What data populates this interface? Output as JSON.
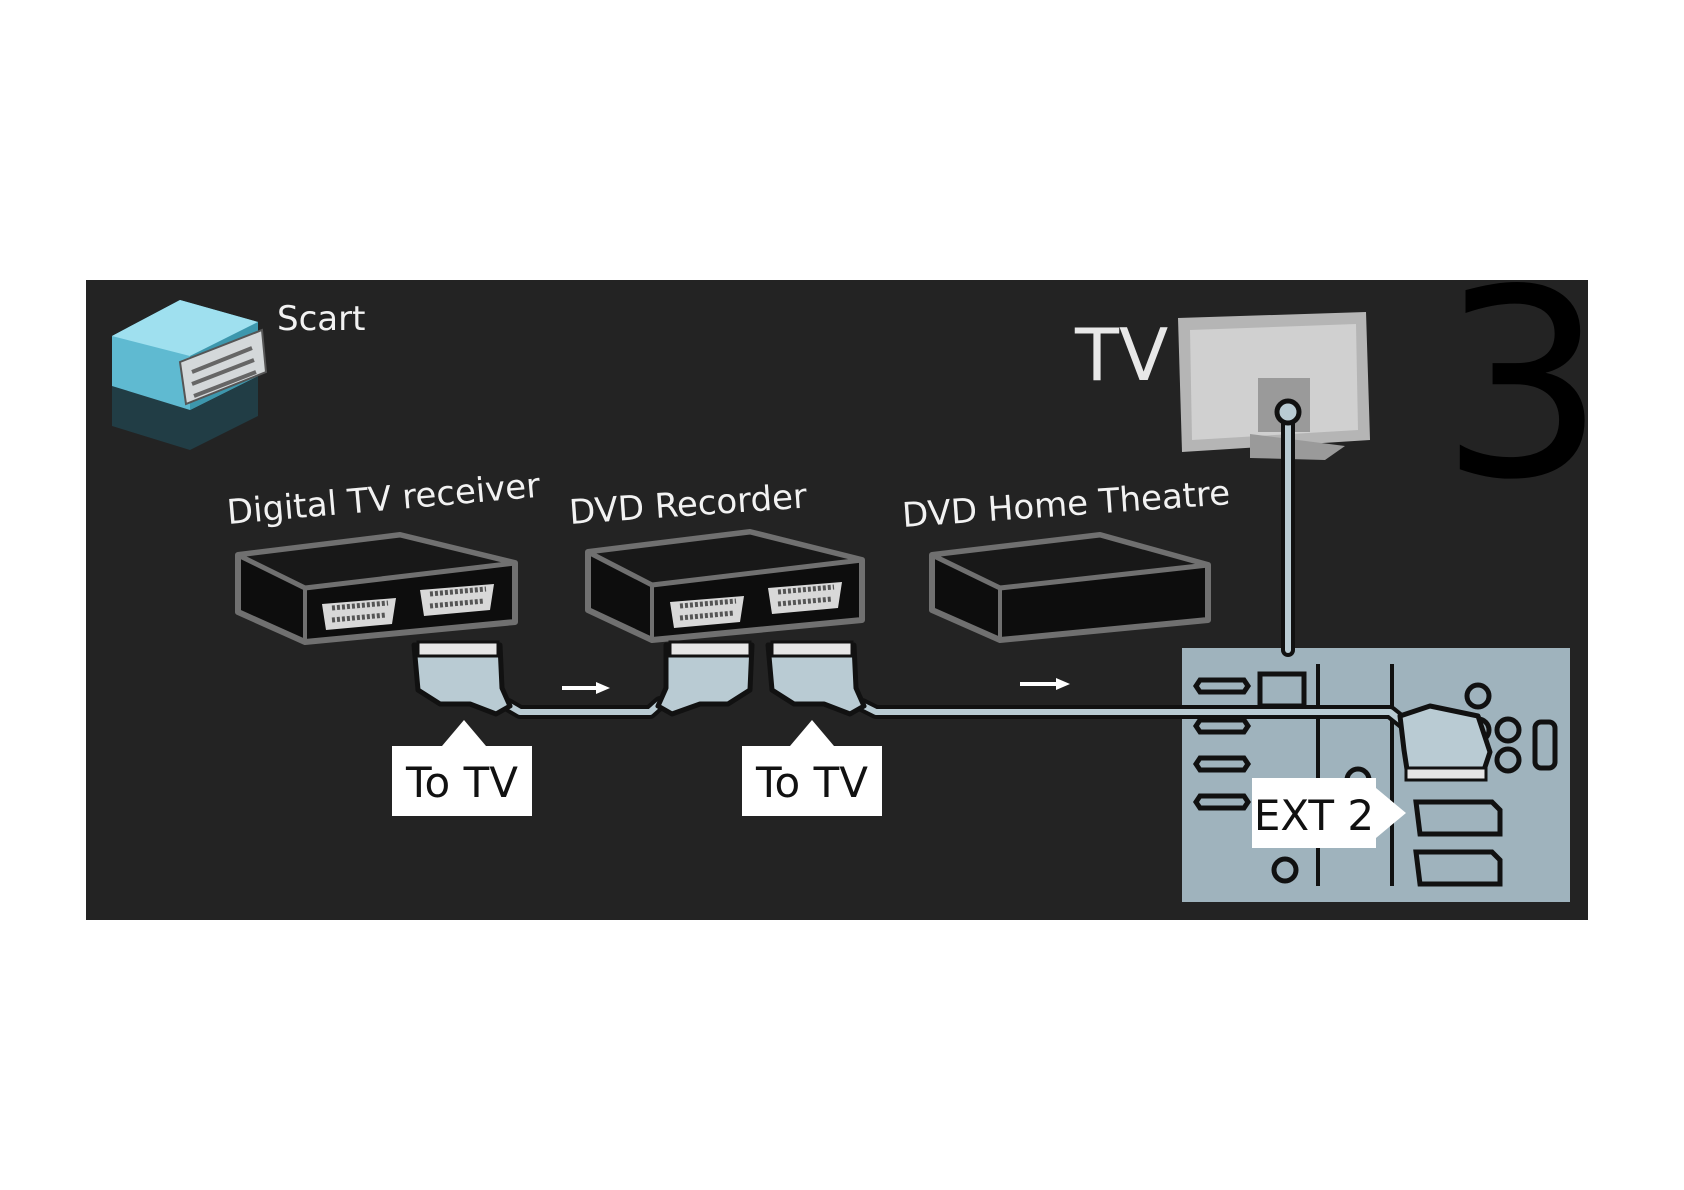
{
  "legend": {
    "label": "Scart",
    "icon": "scart-connector-icon"
  },
  "devices": {
    "tv": "TV",
    "digital_tv_receiver": "Digital TV receiver",
    "dvd_recorder": "DVD Recorder",
    "dvd_home_theatre": "DVD  Home Theatre"
  },
  "callouts": {
    "to_tv_1": "To TV",
    "to_tv_2": "To TV",
    "ext2": "EXT 2"
  },
  "step_number": "3",
  "colors": {
    "panel_bg": "#232323",
    "cable": "#b9cbd3",
    "tv_panel": "#9fb3bd",
    "device_body": "#0d0d0d",
    "device_outline": "#6f6f6f",
    "tv_screen": "#c9c9c9"
  }
}
